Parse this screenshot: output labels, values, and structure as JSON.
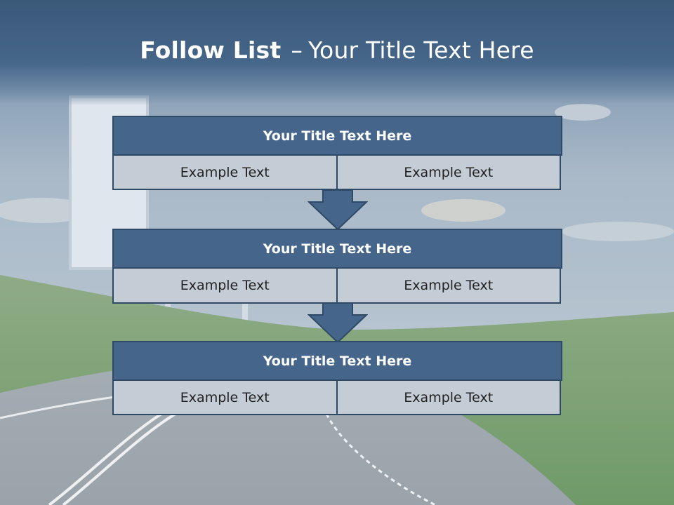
{
  "slide": {
    "title_bold": "Follow List",
    "title_dash": "–",
    "title_rest": "Your Title Text Here"
  },
  "blocks": [
    {
      "title": "Your Title Text Here",
      "cells": [
        "Example Text",
        "Example Text"
      ]
    },
    {
      "title": "Your Title Text Here",
      "cells": [
        "Example Text",
        "Example Text"
      ]
    },
    {
      "title": "Your Title Text Here",
      "cells": [
        "Example Text",
        "Example Text"
      ]
    }
  ],
  "colors": {
    "header": "#45668a",
    "cell": "#c4cdd6",
    "border": "#2f4a66"
  }
}
